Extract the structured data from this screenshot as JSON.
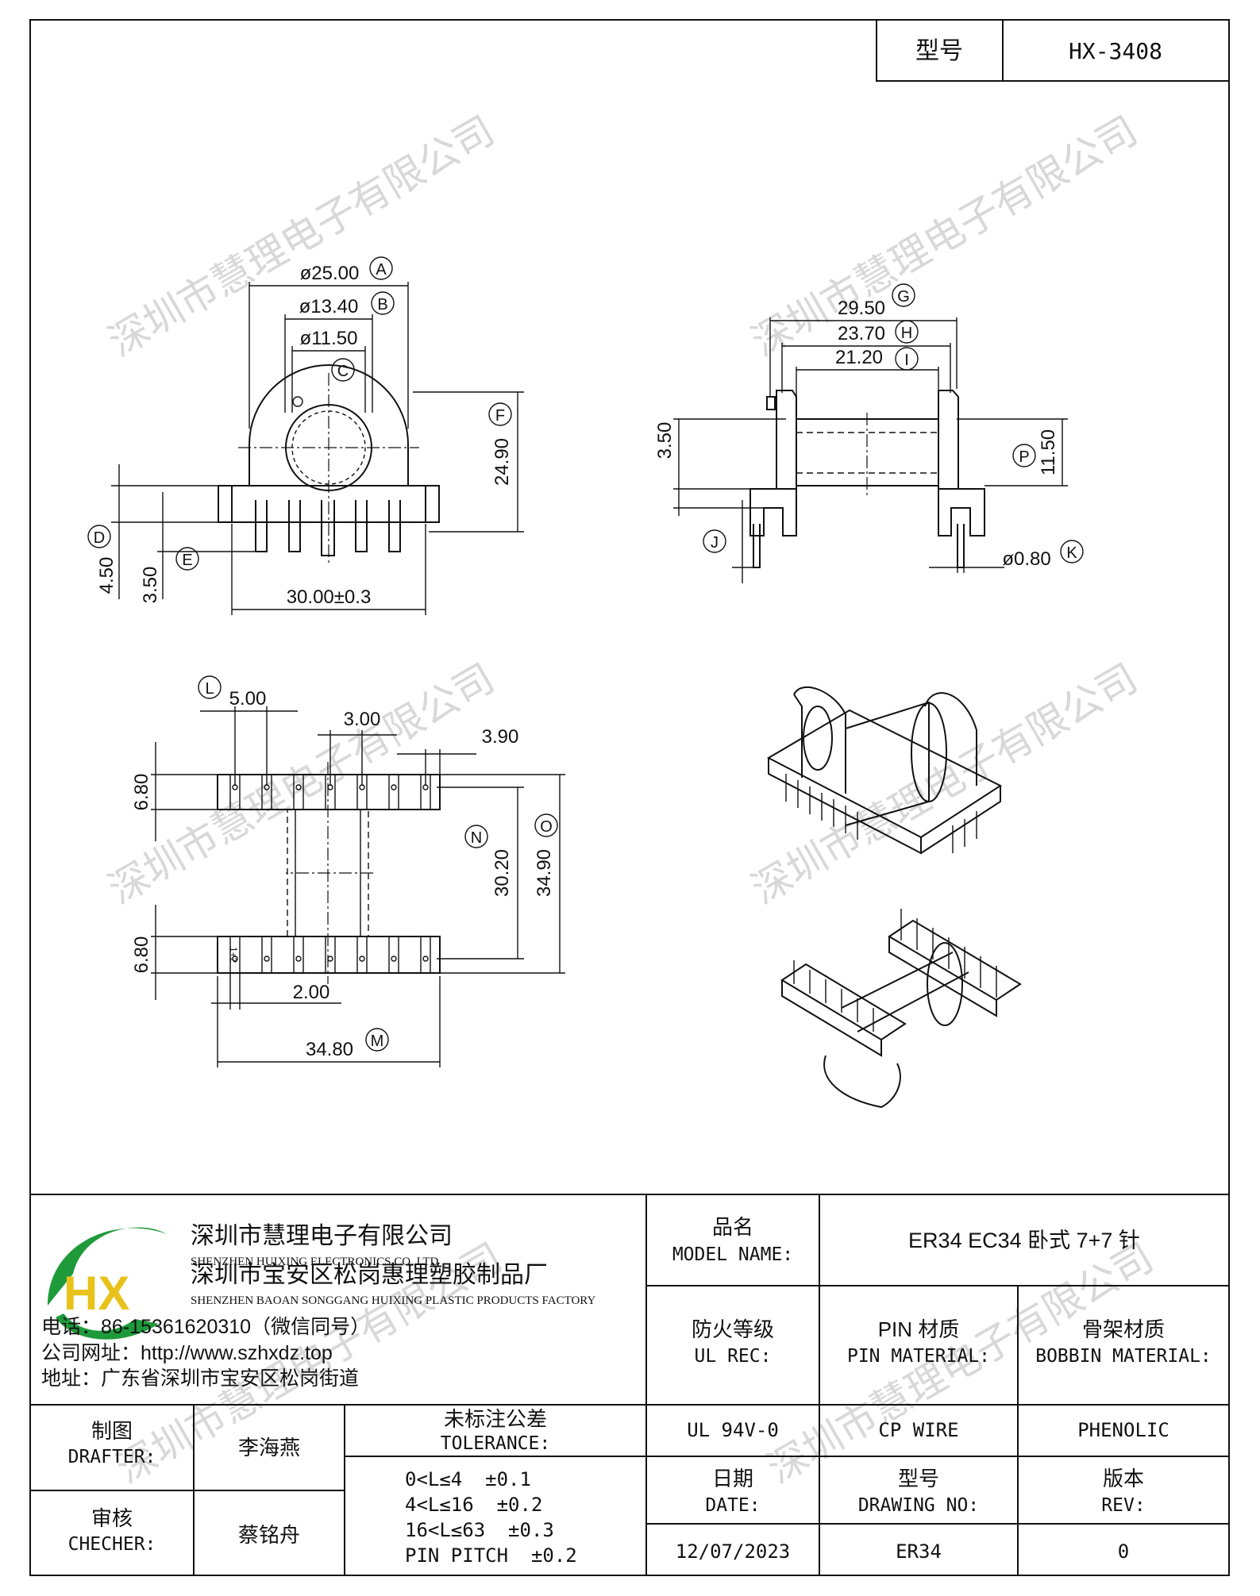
{
  "header": {
    "model_label": "型号",
    "model_value": "HX-3408"
  },
  "watermark": "深圳市慧理电子有限公司",
  "front_view": {
    "dims": [
      "ø25.00",
      "ø13.40",
      "ø11.50",
      "24.90",
      "30.00±0.3",
      "4.50",
      "3.50"
    ],
    "balloons": [
      "A",
      "B",
      "C",
      "F",
      "D",
      "E"
    ]
  },
  "side_view": {
    "dims": [
      "29.50",
      "23.70",
      "21.20",
      "3.50",
      "11.50",
      "ø0.80"
    ],
    "balloons": [
      "G",
      "H",
      "I",
      "P",
      "J",
      "K"
    ]
  },
  "bottom_view": {
    "dims": [
      "5.00",
      "3.00",
      "3.90",
      "6.80",
      "30.20",
      "34.90",
      "6.80",
      "2.00",
      "34.80"
    ],
    "balloons": [
      "L",
      "N",
      "O",
      "M"
    ],
    "pin_mark": "1+2"
  },
  "company": {
    "name_cn": "深圳市慧理电子有限公司",
    "name_en": "SHENZHEN HUIXING ELECTRONICS CO.,LTD",
    "factory_cn": "深圳市宝安区松岗惠理塑胶制品厂",
    "factory_en": "SHENZHEN BAOAN SONGGANG HUIXING PLASTIC PRODUCTS FACTORY",
    "phone": "电话：86-15361620310（微信同号）",
    "website": "公司网址：http://www.szhxdz.top",
    "address": "地址：广东省深圳市宝安区松岗街道",
    "logo_text": "HX"
  },
  "title_block": {
    "model_name_cn": "品名",
    "model_name_en": "MODEL NAME:",
    "model_name_value": "ER34 EC34 卧式 7+7 针",
    "ul_cn": "防火等级",
    "ul_en": "UL REC:",
    "pin_cn": "PIN 材质",
    "pin_en": "PIN MATERIAL:",
    "bobbin_cn": "骨架材质",
    "bobbin_en": "BOBBIN MATERIAL:",
    "ul_value": "UL 94V-0",
    "pin_value": "CP WIRE",
    "bobbin_value": "PHENOLIC",
    "drafter_cn": "制图",
    "drafter_en": "DRAFTER:",
    "drafter_name": "李海燕",
    "checker_cn": "审核",
    "checker_en": "CHECHER:",
    "checker_name": "蔡铭舟",
    "tolerance_cn": "未标注公差",
    "tolerance_en": "TOLERANCE:",
    "tolerances": [
      "0<L≤4  ±0.1",
      "4<L≤16  ±0.2",
      "16<L≤63  ±0.3",
      "PIN PITCH  ±0.2"
    ],
    "date_cn": "日期",
    "date_en": "DATE:",
    "date_value": "12/07/2023",
    "drawing_cn": "型号",
    "drawing_en": "DRAWING NO:",
    "drawing_value": "ER34",
    "rev_cn": "版本",
    "rev_en": "REV:",
    "rev_value": "0"
  },
  "colors": {
    "logo_green": "#1f9a3a",
    "logo_yellow": "#e8c21a",
    "line": "#111111"
  }
}
